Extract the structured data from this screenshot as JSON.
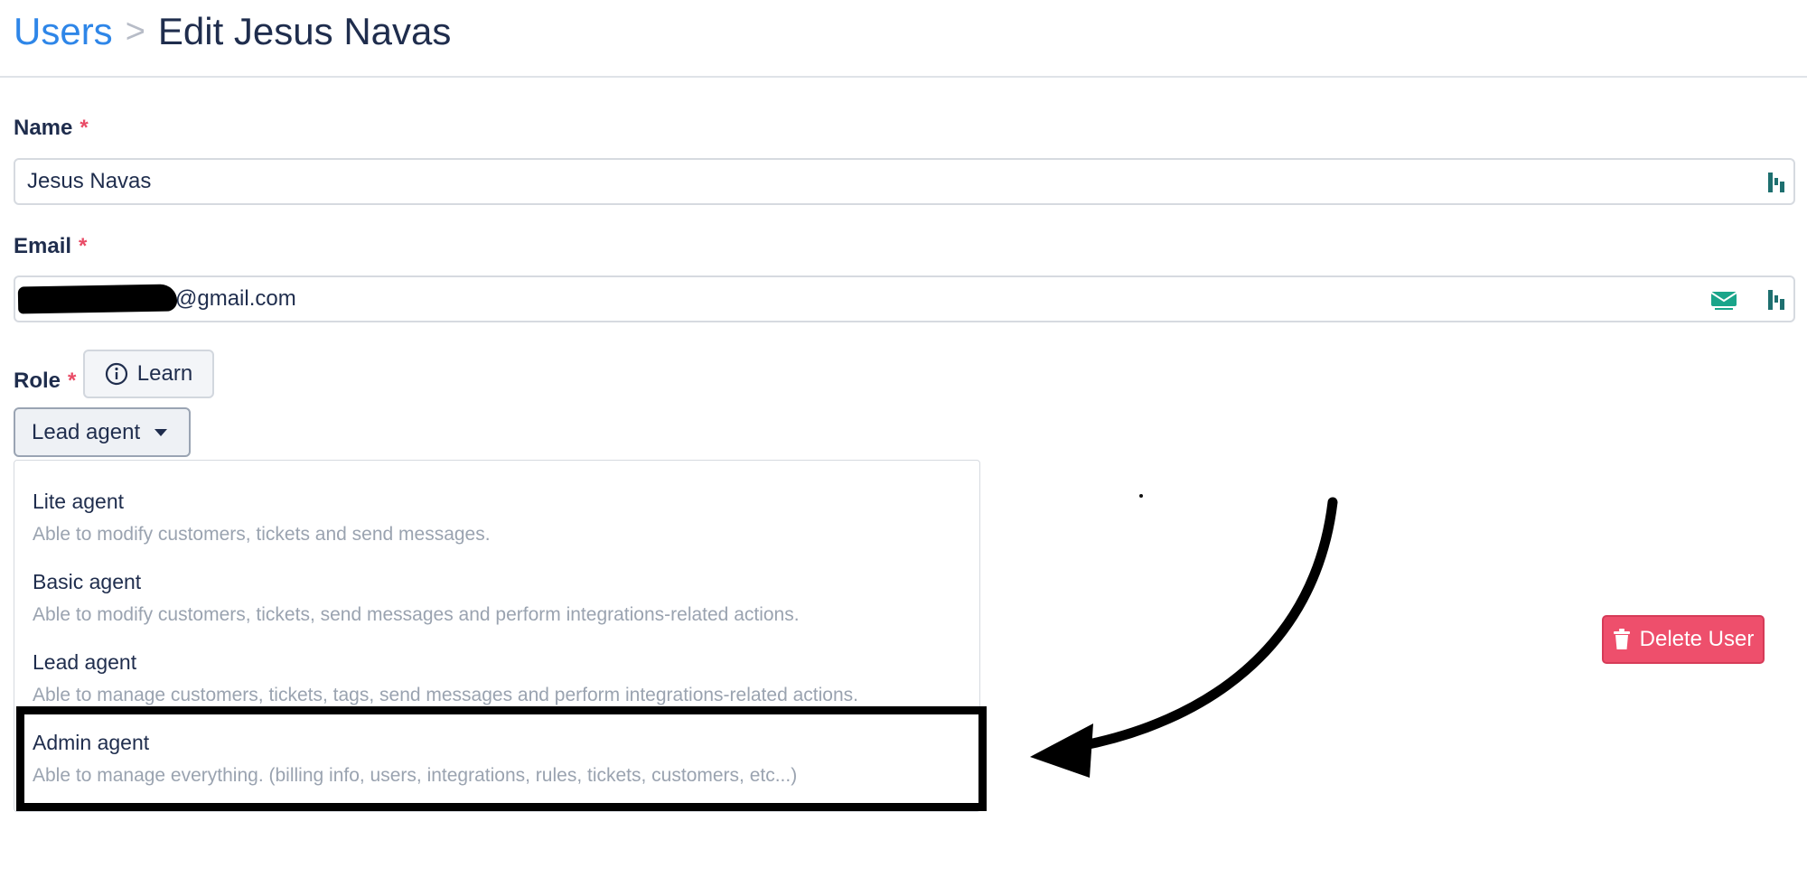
{
  "breadcrumb": {
    "parent": "Users",
    "separator": ">",
    "current": "Edit Jesus Navas"
  },
  "form": {
    "name": {
      "label": "Name",
      "required_mark": "*",
      "value": "Jesus Navas"
    },
    "email": {
      "label": "Email",
      "required_mark": "*",
      "value_visible": "@gmail.com"
    },
    "role": {
      "label": "Role",
      "required_mark": "*",
      "learn_label": "Learn",
      "selected": "Lead agent",
      "options": [
        {
          "title": "Lite agent",
          "description": "Able to modify customers, tickets and send messages."
        },
        {
          "title": "Basic agent",
          "description": "Able to modify customers, tickets, send messages and perform integrations-related actions."
        },
        {
          "title": "Lead agent",
          "description": "Able to manage customers, tickets, tags, send messages and perform integrations-related actions."
        },
        {
          "title": "Admin agent",
          "description": "Able to manage everything. (billing info, users, integrations, rules, tickets, customers, etc...)"
        }
      ]
    }
  },
  "actions": {
    "delete_label": "Delete User"
  },
  "colors": {
    "link": "#2e86e8",
    "required": "#e94b66",
    "danger": "#ee4f6c",
    "text": "#1f2d4d",
    "muted": "#9aa3b0"
  }
}
